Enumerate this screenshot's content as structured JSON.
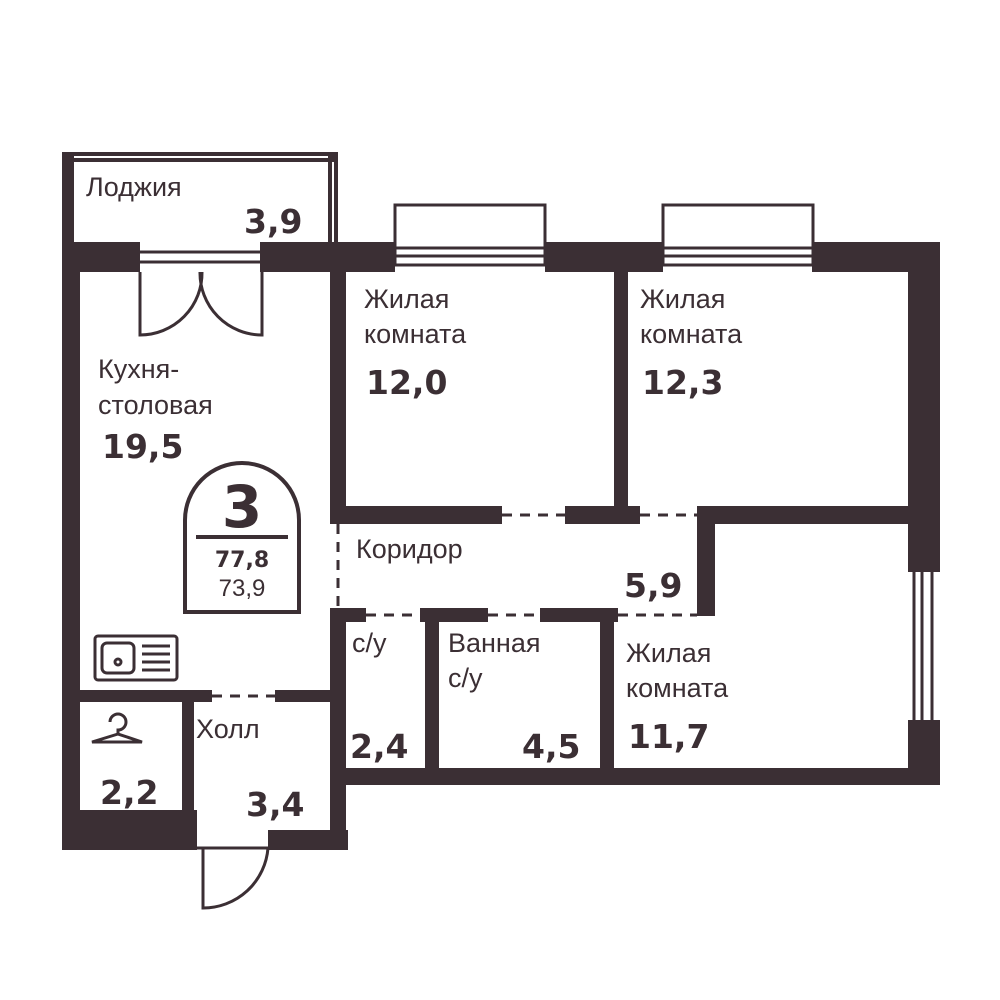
{
  "colors": {
    "wall": "#3b2f34",
    "background": "#ffffff"
  },
  "rooms": {
    "loggia": {
      "label": "Лоджия",
      "area": "3,9"
    },
    "kitchen": {
      "label_line1": "Кухня-",
      "label_line2": "столовая",
      "area": "19,5"
    },
    "living1": {
      "label_line1": "Жилая",
      "label_line2": "комната",
      "area": "12,0"
    },
    "living2": {
      "label_line1": "Жилая",
      "label_line2": "комната",
      "area": "12,3"
    },
    "living3": {
      "label_line1": "Жилая",
      "label_line2": "комната",
      "area": "11,7"
    },
    "corridor": {
      "label": "Коридор",
      "area": "5,9"
    },
    "wc": {
      "label": "с/у",
      "area": "2,4"
    },
    "bathroom": {
      "label_line1": "Ванная",
      "label_line2": "с/у",
      "area": "4,5"
    },
    "hall": {
      "label": "Холл",
      "area": "3,4"
    },
    "wardrobe": {
      "area": "2,2"
    }
  },
  "badge": {
    "rooms_count": "3",
    "total_area": "77,8",
    "living_area": "73,9"
  },
  "icons": {
    "sink": "sink-icon",
    "hanger": "hanger-icon"
  }
}
